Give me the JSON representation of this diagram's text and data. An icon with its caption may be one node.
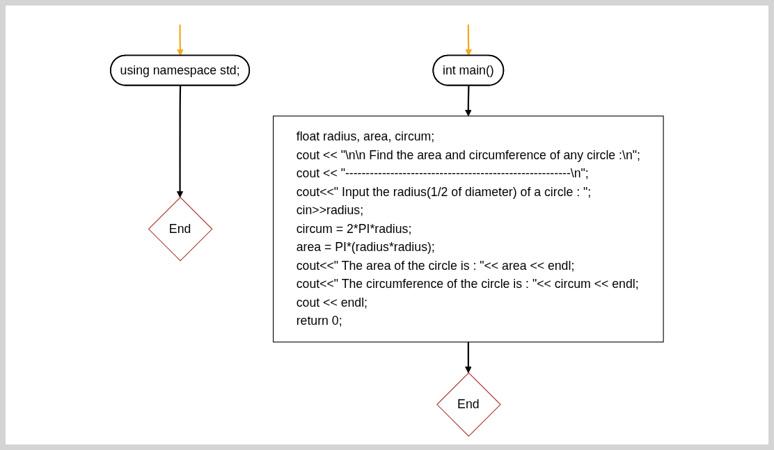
{
  "diagram": {
    "nodes": [
      {
        "text": [
          "using namespace std;"
        ]
      },
      {
        "text": [
          "End"
        ]
      },
      {
        "text": [
          "int main()"
        ]
      },
      {
        "text": [
          "float radius, area, circum;",
          "cout << \"\\n\\n Find the area and circumference of any circle :\\n\";",
          "cout << \"-------------------------------------------------------\\n\";",
          "cout<<\" Input the radius(1/2 of diameter) of a circle : \";",
          "cin>>radius;",
          "circum = 2*PI*radius;",
          "area = PI*(radius*radius);",
          "cout<<\" The area of the circle is : \"<< area << endl;",
          "cout<<\" The circumference of the circle is : \"<< circum << endl;",
          "cout << endl;",
          "return 0;"
        ]
      },
      {
        "text": [
          "End"
        ]
      }
    ],
    "edges": [
      {
        "from": null,
        "to": 0,
        "arrow": "to",
        "color": "#f5a81c"
      },
      {
        "from": 0,
        "to": 1,
        "arrow": "to"
      },
      {
        "from": null,
        "to": 2,
        "arrow": "to",
        "color": "#f5a81c"
      },
      {
        "from": 2,
        "to": 3,
        "arrow": "to"
      },
      {
        "from": 3,
        "to": 4,
        "arrow": "to"
      }
    ]
  }
}
